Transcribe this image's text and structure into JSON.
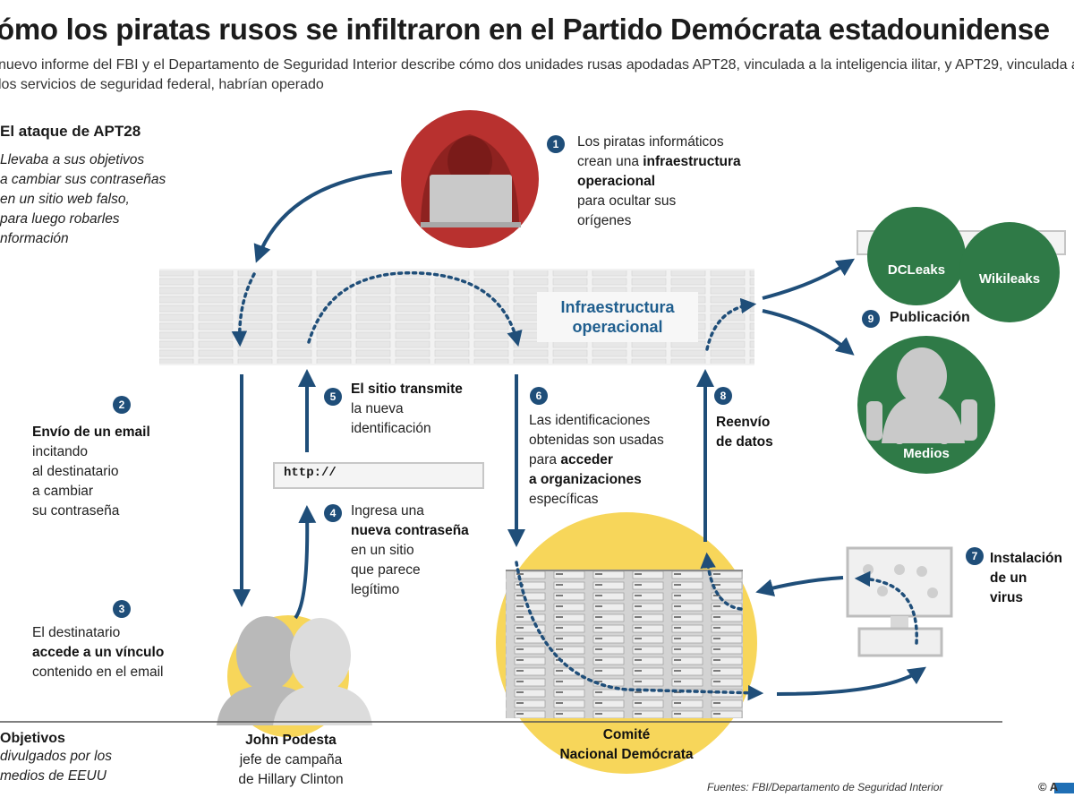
{
  "title": "ómo los piratas rusos se infiltraron en el Partido Demócrata estadounidense",
  "subtitle": "nuevo informe del FBI y el Departamento de Seguridad Interior describe cómo dos unidades rusas apodadas APT28, vinculada a la inteligencia ilitar, y APT29, vinculada a los servicios de seguridad federal, habrían operado",
  "attack": {
    "heading": "El ataque de APT28",
    "lines": [
      "Llevaba a sus objetivos",
      "a cambiar sus contraseñas",
      "en un sitio web falso,",
      "para luego robarles",
      "nformación"
    ]
  },
  "steps": {
    "s1": {
      "num": "1",
      "l1": "Los piratas informáticos",
      "l2a": "crean una ",
      "l2b": "infraestructura",
      "l3": "operacional",
      "l4": "para ocultar sus",
      "l5": "orígenes"
    },
    "s2": {
      "num": "2",
      "l1": "Envío de un email",
      "l2": "incitando",
      "l3": "al destinatario",
      "l4": "a cambiar",
      "l5": "su contraseña"
    },
    "s3": {
      "num": "3",
      "l1": "El destinatario",
      "l2": "accede a un vínculo",
      "l3": "contenido en el email"
    },
    "s4": {
      "num": "4",
      "l1": "Ingresa una",
      "l2": "nueva contraseña",
      "l3": "en un sitio",
      "l4": "que parece",
      "l5": "legítimo"
    },
    "s5": {
      "num": "5",
      "l1": "El sitio transmite",
      "l2": "la nueva",
      "l3": "identificación"
    },
    "s6": {
      "num": "6",
      "l1": "Las identificaciones",
      "l2": "obtenidas son usadas",
      "l3a": "para ",
      "l3b": "acceder",
      "l4": "a organizaciones",
      "l5": "específicas"
    },
    "s7": {
      "num": "7",
      "l1": "Instalación",
      "l2": "de un",
      "l3": "virus"
    },
    "s8": {
      "num": "8",
      "l1": "Reenvío",
      "l2": "de datos"
    },
    "s9": {
      "num": "9",
      "l1": "Publicación"
    }
  },
  "infra_label": {
    "l1": "Infraestructura",
    "l2": "operacional"
  },
  "url_text": "http://",
  "outlets": {
    "dcleaks": "DCLeaks",
    "wikileaks": "Wikileaks",
    "medios": "Medios"
  },
  "podesta": {
    "name": "John Podesta",
    "l2": "jefe de campaña",
    "l3": "de Hillary Clinton"
  },
  "dnc": {
    "l1": "Comité",
    "l2": "Nacional Demócrata"
  },
  "objetivos": {
    "heading": "Objetivos",
    "l1": "divulgados por los",
    "l2": "medios de EEUU"
  },
  "sources": "Fuentes:  FBI/Departamento de Seguridad Interior",
  "credit": "© A",
  "colors": {
    "navy": "#1f4e79",
    "hacker_red": "#b8312f",
    "green": "#2f7a47",
    "yellow": "#f7d65a"
  }
}
